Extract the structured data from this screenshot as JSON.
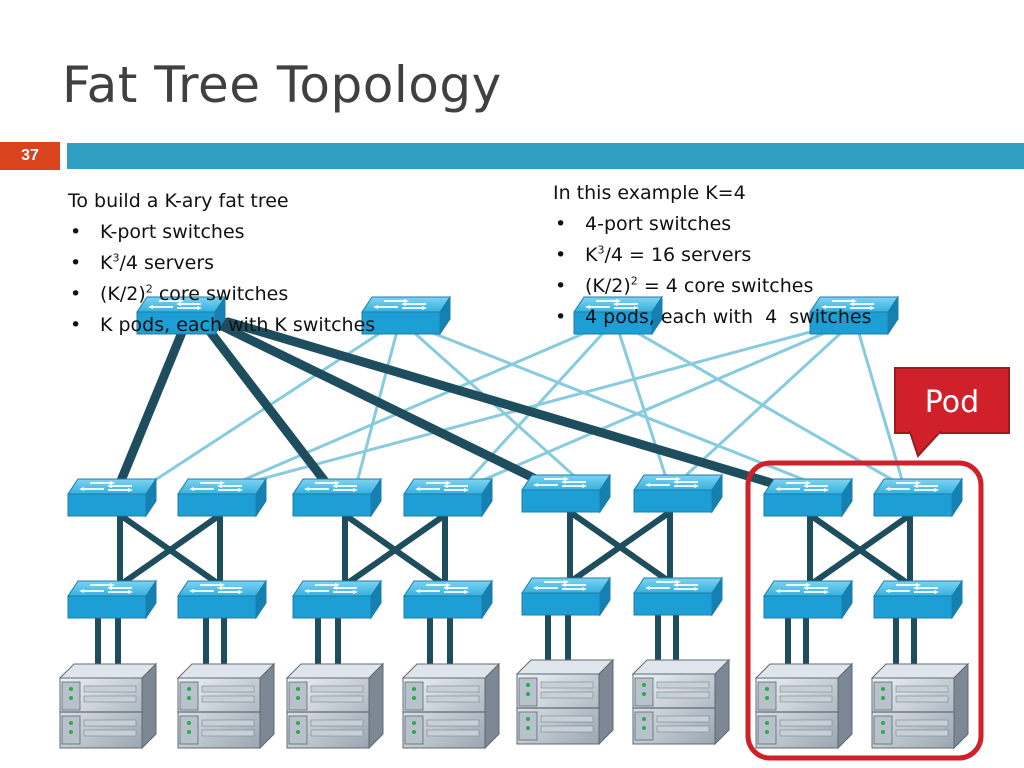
{
  "slide": {
    "title": "Fat Tree Topology",
    "number": "37"
  },
  "left_text": {
    "heading": "To build a K-ary fat tree",
    "b1": "K-port switches",
    "b2_pre": "K",
    "b2_sup": "3",
    "b2_post": "/4 servers",
    "b3_pre": "(K/2)",
    "b3_sup": "2",
    "b3_post": " core switches",
    "b4": "K pods, each with K switches"
  },
  "right_text": {
    "heading": "In this example K=4",
    "b1": "4-port switches",
    "b2_pre": "K",
    "b2_sup": "3",
    "b2_post": "/4 = 16 servers",
    "b3_pre": "(K/2)",
    "b3_sup": "2",
    "b3_post": " = 4 core switches",
    "b4": "4 pods, each with  4  switches"
  },
  "callout": {
    "label": "Pod"
  },
  "colors": {
    "accent_orange": "#d9431e",
    "title_bar": "#2f9fc2",
    "switch_blue": "#29a3d6",
    "thin_link": "#86cbe0",
    "thick_link": "#1e4e5e",
    "pod_highlight": "#d0202a"
  },
  "icons": {
    "switch": "network-switch-icon",
    "server": "server-rack-icon"
  }
}
